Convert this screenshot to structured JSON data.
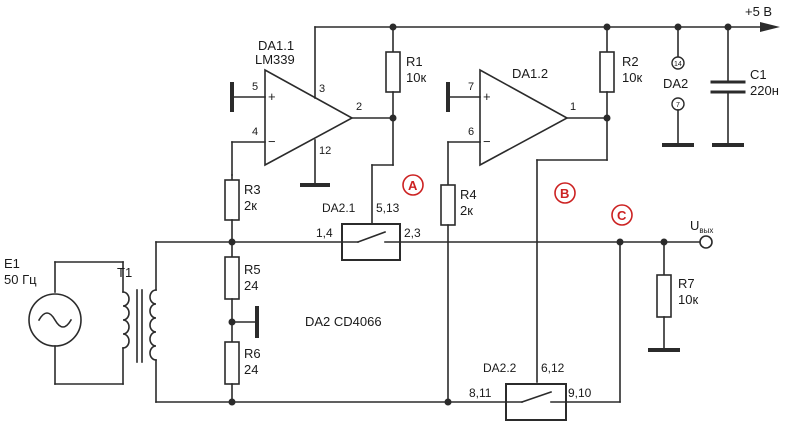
{
  "supply": {
    "label": "+5 В"
  },
  "da11": {
    "name": "DA1.1",
    "part": "LM339",
    "pin_noninv": "5",
    "pin_inv": "4",
    "pin_vcc": "3",
    "pin_out": "2",
    "pin_gnd": "12"
  },
  "da12": {
    "name": "DA1.2",
    "pin_noninv": "7",
    "pin_inv": "6",
    "pin_out": "1"
  },
  "r1": {
    "name": "R1",
    "value": "10к"
  },
  "r2": {
    "name": "R2",
    "value": "10к"
  },
  "r3": {
    "name": "R3",
    "value": "2к"
  },
  "r4": {
    "name": "R4",
    "value": "2к"
  },
  "r5": {
    "name": "R5",
    "value": "24"
  },
  "r6": {
    "name": "R6",
    "value": "24"
  },
  "r7": {
    "name": "R7",
    "value": "10к"
  },
  "c1": {
    "name": "C1",
    "value": "220н"
  },
  "da2_power": {
    "name": "DA2",
    "pin_top": "14",
    "pin_bottom": "7"
  },
  "da21": {
    "name": "DA2.1",
    "pins_left": "1,4",
    "pins_ctrl": "5,13",
    "pins_right": "2,3"
  },
  "da22": {
    "name": "DA2.2",
    "pins_left": "8,11",
    "pins_ctrl": "6,12",
    "pins_right": "9,10"
  },
  "da2_note": {
    "text": "DA2  CD4066"
  },
  "source": {
    "name": "E1",
    "freq": "50 Гц"
  },
  "transformer": {
    "name": "T1"
  },
  "output": {
    "label_main": "U",
    "label_sub": "вых"
  },
  "points": {
    "a": "A",
    "b": "B",
    "c": "C"
  },
  "colors": {
    "wire": "#2b2b2b",
    "marker": "#cc2222"
  }
}
